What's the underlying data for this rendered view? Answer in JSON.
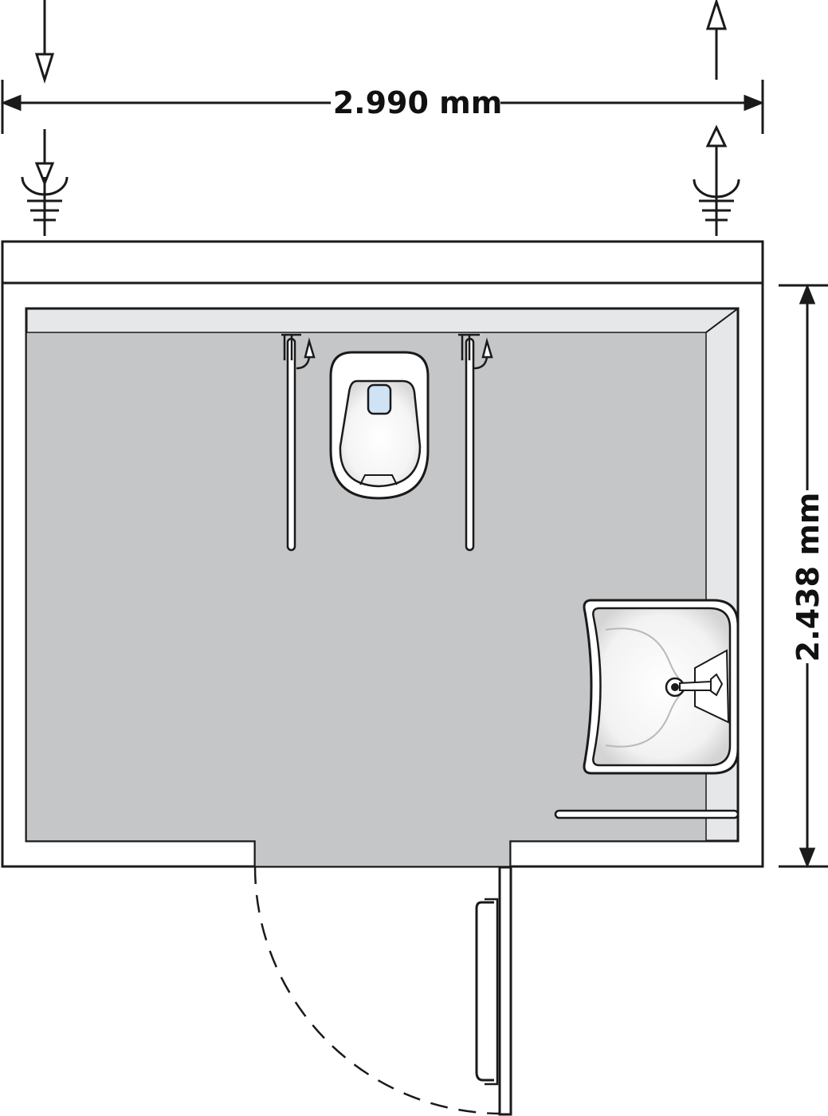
{
  "dimensions": {
    "width_label": "2.990 mm",
    "depth_label": "2.438 mm"
  },
  "colors": {
    "floor": "#c5c6c8",
    "wall": "#ffffff",
    "wall_shade": "#e6e7e8",
    "line": "#1a1a1a",
    "fixture_highlight": "#cfe3f5"
  },
  "icons": {
    "section_marker_left": "section-cut-marker-down",
    "section_marker_right": "section-cut-marker-up",
    "toilet": "toilet-icon",
    "washbasin": "washbasin-icon",
    "grab_bar": "grab-bar-icon",
    "door": "door-icon"
  }
}
